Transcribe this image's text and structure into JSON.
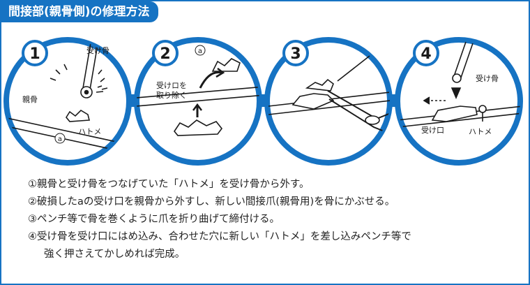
{
  "title": "間接部(親骨側)の修理方法",
  "panels": [
    {
      "number": "1",
      "labels": {
        "receiving_rib": "受け骨",
        "main_rib": "親骨",
        "marker": "a",
        "rivet": "ハトメ"
      }
    },
    {
      "number": "2",
      "labels": {
        "marker": "a",
        "remove_line1": "受けロを",
        "remove_line2": "取り除く"
      }
    },
    {
      "number": "3",
      "labels": {}
    },
    {
      "number": "4",
      "labels": {
        "receiving_rib": "受け骨",
        "receiving_port": "受け口",
        "rivet": "ハトメ"
      }
    }
  ],
  "instructions": [
    {
      "line": "①親骨と受け骨をつなげていた「ハトメ」を受け骨から外す。"
    },
    {
      "line": "②破損したaの受け口を親骨から外すし、新しい間接爪(親骨用)を骨にかぶせる。"
    },
    {
      "line": "③ペンチ等で骨を巻くように爪を折り曲げて締付ける。"
    },
    {
      "line": "④受け骨を受け口にはめ込み、合わせた穴に新しい「ハトメ」を差し込みペンチ等で",
      "continuation": "強く押さえてかしめれば完成。"
    }
  ],
  "colors": {
    "accent": "#1673c3",
    "badge": "#1673c3",
    "ink": "#1a1a1a"
  }
}
